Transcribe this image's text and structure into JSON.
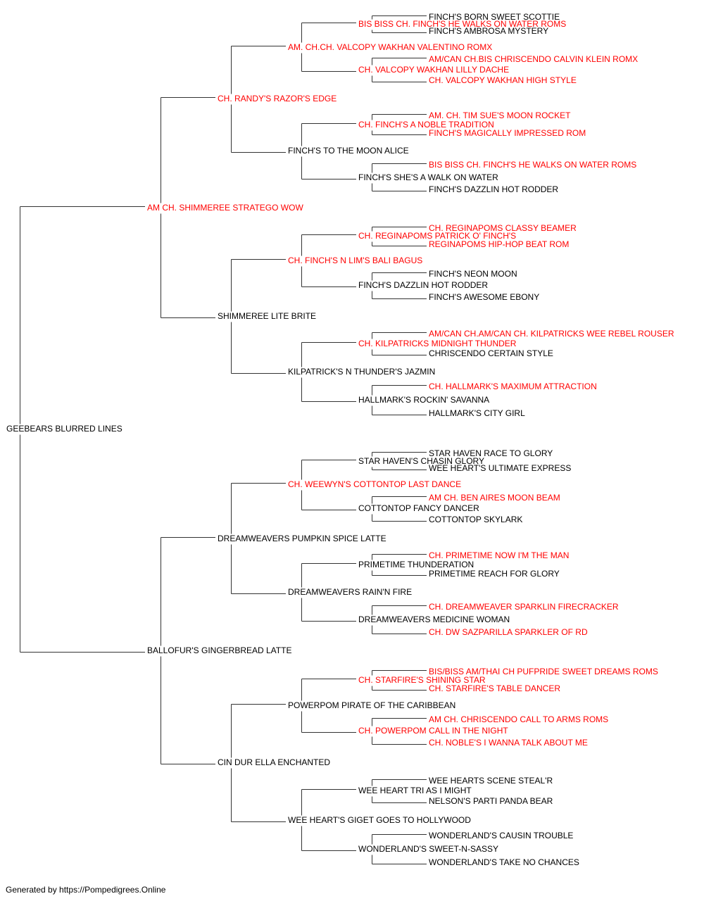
{
  "colors": {
    "champion": "#ff0000",
    "normal": "#000000",
    "line": "#333333"
  },
  "footer": "Generated by https://Pompedigrees.Online",
  "pedigree": {
    "name": "GEEBEARS BLURRED LINES",
    "red": false,
    "sire": {
      "name": "AM CH. SHIMMEREE STRATEGO WOW",
      "red": true,
      "sire": {
        "name": "CH. RANDY'S RAZOR'S EDGE",
        "red": true,
        "sire": {
          "name": "AM. CH.CH. VALCOPY WAKHAN VALENTINO ROMX",
          "red": true,
          "sire": {
            "name": "BIS BISS CH. FINCH'S HE WALKS ON WATER ROMS",
            "red": true,
            "sire": {
              "name": "FINCH'S BORN SWEET SCOTTIE",
              "red": false
            },
            "dam": {
              "name": "FINCH'S AMBROSA MYSTERY",
              "red": false
            }
          },
          "dam": {
            "name": "CH. VALCOPY WAKHAN LILLY DACHE",
            "red": true,
            "sire": {
              "name": "AM/CAN CH.BIS CHRISCENDO CALVIN KLEIN ROMX",
              "red": true
            },
            "dam": {
              "name": "CH. VALCOPY WAKHAN HIGH STYLE",
              "red": true
            }
          }
        },
        "dam": {
          "name": "FINCH'S TO THE MOON ALICE",
          "red": false,
          "sire": {
            "name": "CH. FINCH'S A NOBLE TRADITION",
            "red": true,
            "sire": {
              "name": "AM. CH. TIM SUE'S MOON ROCKET",
              "red": true
            },
            "dam": {
              "name": "FINCH'S MAGICALLY IMPRESSED ROM",
              "red": true
            }
          },
          "dam": {
            "name": "FINCH'S SHE'S A WALK ON WATER",
            "red": false,
            "sire": {
              "name": "BIS BISS CH. FINCH'S HE WALKS ON WATER ROMS",
              "red": true
            },
            "dam": {
              "name": "FINCH'S DAZZLIN HOT RODDER",
              "red": false
            }
          }
        }
      },
      "dam": {
        "name": "SHIMMEREE LITE BRITE",
        "red": false,
        "sire": {
          "name": "CH. FINCH'S N LIM'S BALI BAGUS",
          "red": true,
          "sire": {
            "name": "CH. REGINAPOMS PATRICK O' FINCH'S",
            "red": true,
            "sire": {
              "name": "CH. REGINAPOMS CLASSY BEAMER",
              "red": true
            },
            "dam": {
              "name": "REGINAPOMS HIP-HOP BEAT ROM",
              "red": true
            }
          },
          "dam": {
            "name": "FINCH'S DAZZLIN HOT RODDER",
            "red": false,
            "sire": {
              "name": "FINCH'S NEON MOON",
              "red": false
            },
            "dam": {
              "name": "FINCH'S AWESOME EBONY",
              "red": false
            }
          }
        },
        "dam": {
          "name": "KILPATRICK'S N THUNDER'S JAZMIN",
          "red": false,
          "sire": {
            "name": "CH. KILPATRICKS MIDNIGHT THUNDER",
            "red": true,
            "sire": {
              "name": "AM/CAN CH.AM/CAN CH. KILPATRICKS WEE REBEL ROUSER",
              "red": true
            },
            "dam": {
              "name": "CHRISCENDO CERTAIN STYLE",
              "red": false
            }
          },
          "dam": {
            "name": "HALLMARK'S ROCKIN' SAVANNA",
            "red": false,
            "sire": {
              "name": "CH. HALLMARK'S MAXIMUM ATTRACTION",
              "red": true
            },
            "dam": {
              "name": "HALLMARK'S CITY GIRL",
              "red": false
            }
          }
        }
      }
    },
    "dam": {
      "name": "BALLOFUR'S GINGERBREAD LATTE",
      "red": false,
      "sire": {
        "name": "DREAMWEAVERS PUMPKIN SPICE LATTE",
        "red": false,
        "sire": {
          "name": "CH. WEEWYN'S COTTONTOP LAST DANCE",
          "red": true,
          "sire": {
            "name": "STAR HAVEN'S CHASIN GLORY",
            "red": false,
            "sire": {
              "name": "STAR HAVEN RACE TO GLORY",
              "red": false
            },
            "dam": {
              "name": "WEE HEART'S ULTIMATE EXPRESS",
              "red": false
            }
          },
          "dam": {
            "name": "COTTONTOP FANCY DANCER",
            "red": false,
            "sire": {
              "name": "AM CH. BEN AIRES MOON BEAM",
              "red": true
            },
            "dam": {
              "name": "COTTONTOP SKYLARK",
              "red": false
            }
          }
        },
        "dam": {
          "name": "DREAMWEAVERS RAIN'N FIRE",
          "red": false,
          "sire": {
            "name": "PRIMETIME THUNDERATION",
            "red": false,
            "sire": {
              "name": "CH. PRIMETIME NOW I'M THE MAN",
              "red": true
            },
            "dam": {
              "name": "PRIMETIME REACH FOR GLORY",
              "red": false
            }
          },
          "dam": {
            "name": "DREAMWEAVERS MEDICINE WOMAN",
            "red": false,
            "sire": {
              "name": "CH. DREAMWEAVER SPARKLIN FIRECRACKER",
              "red": true
            },
            "dam": {
              "name": "CH. DW SAZPARILLA SPARKLER OF RD",
              "red": true
            }
          }
        }
      },
      "dam": {
        "name": "CIN DUR ELLA ENCHANTED",
        "red": false,
        "sire": {
          "name": "POWERPOM PIRATE OF THE CARIBBEAN",
          "red": false,
          "sire": {
            "name": "CH. STARFIRE'S SHINING STAR",
            "red": true,
            "sire": {
              "name": "BIS/BISS AM/THAI CH PUFPRIDE SWEET DREAMS ROMS",
              "red": true
            },
            "dam": {
              "name": "CH. STARFIRE'S TABLE DANCER",
              "red": true
            }
          },
          "dam": {
            "name": "CH. POWERPOM CALL IN THE NIGHT",
            "red": true,
            "sire": {
              "name": "AM CH. CHRISCENDO CALL TO ARMS ROMS",
              "red": true
            },
            "dam": {
              "name": "CH. NOBLE'S I WANNA TALK ABOUT ME",
              "red": true
            }
          }
        },
        "dam": {
          "name": "WEE HEART'S GIGET GOES TO HOLLYWOOD",
          "red": false,
          "sire": {
            "name": "WEE HEART TRI AS I MIGHT",
            "red": false,
            "sire": {
              "name": "WEE HEARTS SCENE STEAL'R",
              "red": false
            },
            "dam": {
              "name": "NELSON'S PARTI PANDA BEAR",
              "red": false
            }
          },
          "dam": {
            "name": "WONDERLAND'S SWEET-N-SASSY",
            "red": false,
            "sire": {
              "name": "WONDERLAND'S CAUSIN TROUBLE",
              "red": false
            },
            "dam": {
              "name": "WONDERLAND'S TAKE NO CHANCES",
              "red": false
            }
          }
        }
      }
    }
  }
}
